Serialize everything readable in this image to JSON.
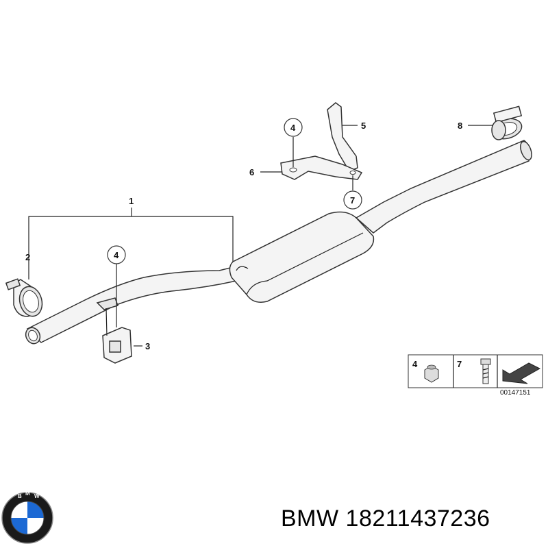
{
  "callouts": {
    "c1": "1",
    "c2": "2",
    "c3": "3",
    "c4a": "4",
    "c4b": "4",
    "c5": "5",
    "c6": "6",
    "c7": "7",
    "c8": "8"
  },
  "legend": {
    "item_a": "4",
    "item_b": "7",
    "diagram_number": "00147151"
  },
  "caption": {
    "brand": "BMW",
    "part_number": "18211437236"
  },
  "logo": {
    "text": "BMW",
    "colors": {
      "blue": "#1c69d4",
      "white": "#ffffff",
      "ring": "#1a1a1a"
    }
  }
}
